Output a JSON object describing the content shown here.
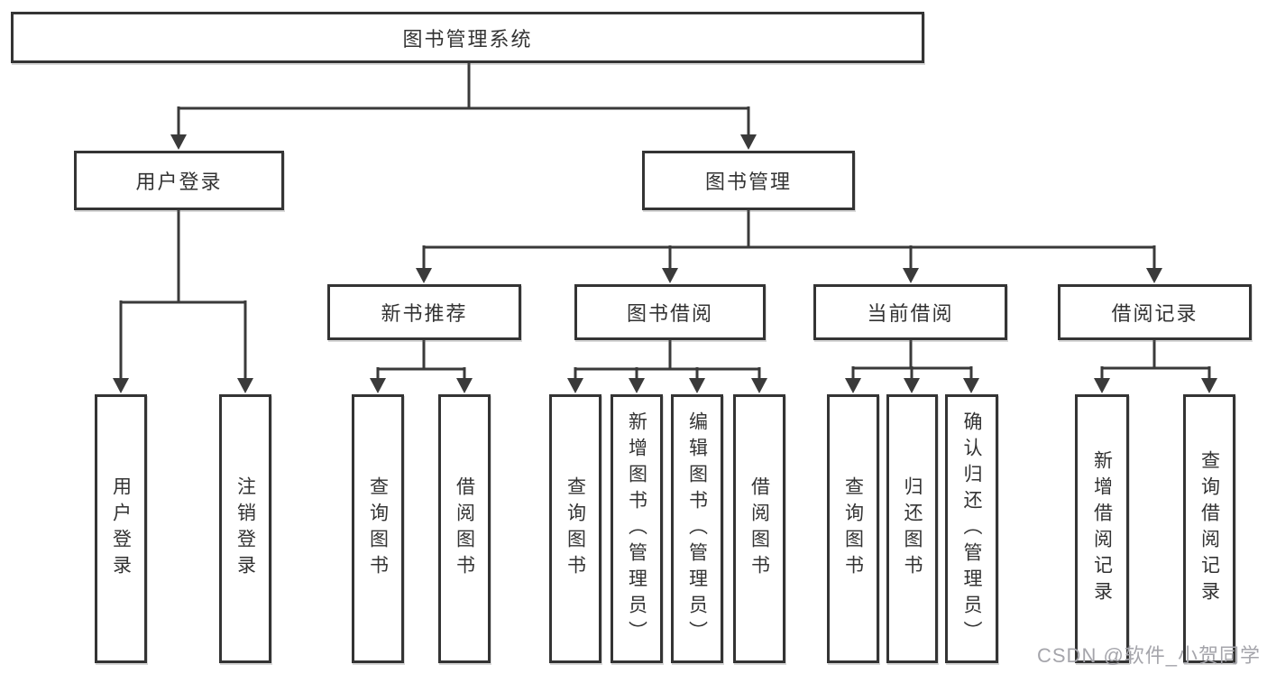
{
  "diagram_title": "图书管理系统",
  "tree": {
    "label": "图书管理系统",
    "children": [
      {
        "label": "用户登录",
        "children": [
          {
            "label": "用户登录"
          },
          {
            "label": "注销登录"
          }
        ]
      },
      {
        "label": "图书管理",
        "children": [
          {
            "label": "新书推荐",
            "children": [
              {
                "label": "查询图书"
              },
              {
                "label": "借阅图书"
              }
            ]
          },
          {
            "label": "图书借阅",
            "children": [
              {
                "label": "查询图书"
              },
              {
                "label": "新增图书（管理员）"
              },
              {
                "label": "编辑图书（管理员）"
              },
              {
                "label": "借阅图书"
              }
            ]
          },
          {
            "label": "当前借阅",
            "children": [
              {
                "label": "查询图书"
              },
              {
                "label": "归还图书"
              },
              {
                "label": "确认归还（管理员）"
              }
            ]
          },
          {
            "label": "借阅记录",
            "children": [
              {
                "label": "新增借阅记录"
              },
              {
                "label": "查询借阅记录"
              }
            ]
          }
        ]
      }
    ]
  },
  "watermark": {
    "text": "CSDN @软件_小贺同学"
  },
  "colors": {
    "line": "#3a3a3a",
    "box_border": "#343434",
    "text": "#333333",
    "background": "#ffffff",
    "watermark": "#a5a5ab"
  }
}
